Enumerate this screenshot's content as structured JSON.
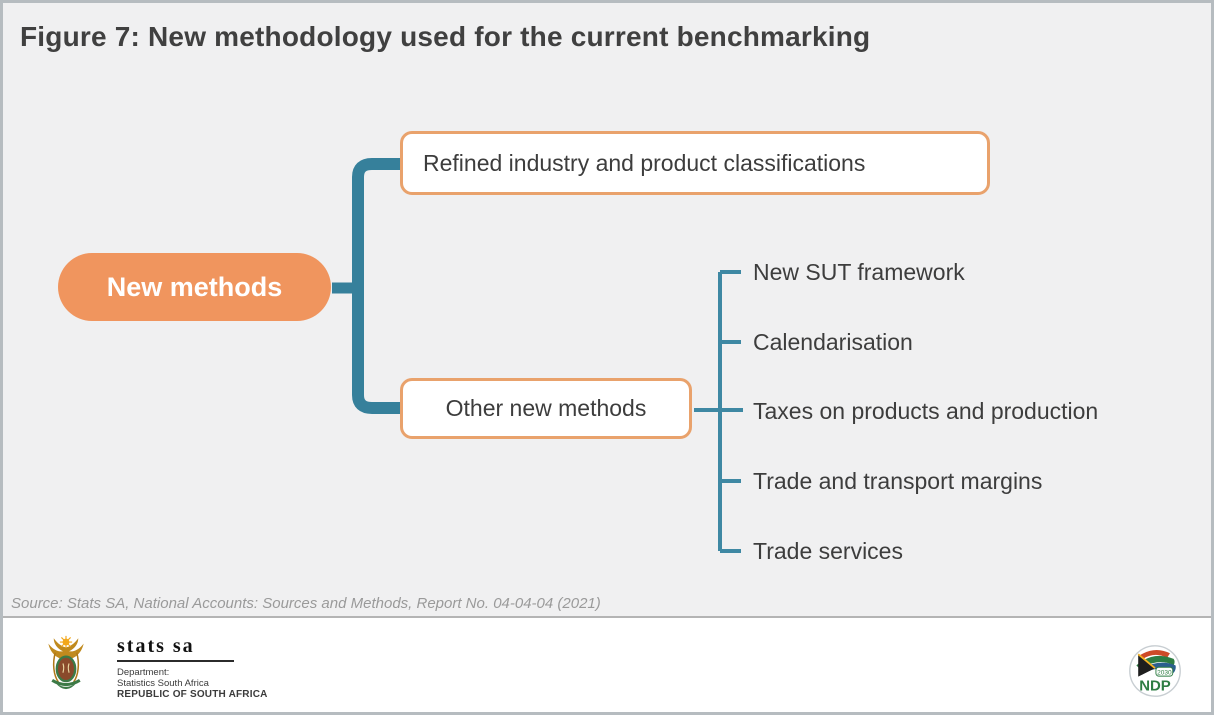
{
  "page": {
    "title": "Figure 7: New methodology used for the current benchmarking",
    "source_note": "Source: Stats SA, National Accounts: Sources and Methods, Report No. 04-04-04 (2021)"
  },
  "diagram": {
    "root_label": "New methods",
    "branches": [
      {
        "label": "Refined industry and product classifications"
      },
      {
        "label": "Other new methods"
      }
    ],
    "sub_items": [
      {
        "label": "New SUT framework"
      },
      {
        "label": "Calendarisation"
      },
      {
        "label": "Taxes on products and production"
      },
      {
        "label": "Trade and transport margins"
      },
      {
        "label": "Trade services"
      }
    ]
  },
  "footer": {
    "statssa": {
      "wordmark": "stats sa",
      "dept_line1": "Department:",
      "dept_line2": "Statistics South Africa",
      "dept_line3": "REPUBLIC OF SOUTH AFRICA"
    },
    "ndp": {
      "acronym": "NDP",
      "year": "2030"
    }
  },
  "colors": {
    "connector_teal": "#36809B",
    "connector_teal_thin": "#3E88A3",
    "node_orange_fill": "#F0955E",
    "node_orange_border": "#E9A26C",
    "text_dark": "#3D3D3D",
    "title_gray": "#404040",
    "source_gray": "#9A9A9A",
    "canvas_bg": "#F0F0F1",
    "ndp_green": "#2E7D43"
  }
}
